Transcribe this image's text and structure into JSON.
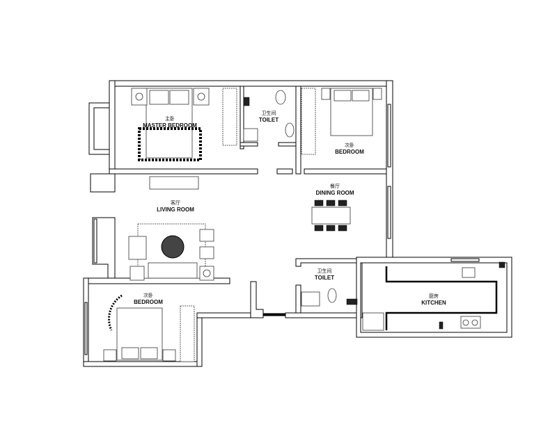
{
  "rooms": {
    "master_bedroom": {
      "zh": "主卧",
      "en": "MASTER BEDROOM"
    },
    "toilet_upper": {
      "zh": "卫生间",
      "en": "TOILET"
    },
    "bedroom_upper": {
      "zh": "次卧",
      "en": "BEDROOM"
    },
    "dining_room": {
      "zh": "餐厅",
      "en": "DINING ROOM"
    },
    "living_room": {
      "zh": "客厅",
      "en": "LIVING ROOM"
    },
    "toilet_lower": {
      "zh": "卫生间",
      "en": "TOILET"
    },
    "kitchen": {
      "zh": "厨房",
      "en": "KITCHEN"
    },
    "bedroom_lower": {
      "zh": "次卧",
      "en": "BEDROOM"
    }
  }
}
